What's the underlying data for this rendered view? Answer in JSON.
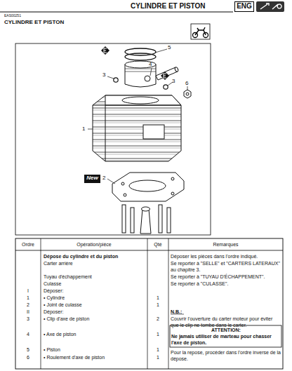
{
  "diagram": {
    "title": "CYLINDRE ET PISTON",
    "nodes": [
      {
        "text": [
          "ENG"
        ]
      },
      {
        "text": [
          "New"
        ]
      }
    ],
    "labels": [
      "CYLINDRE ET PISTON",
      "EAS00251",
      "5",
      "4",
      "3",
      "3",
      "6",
      "1",
      "2",
      "Ordre",
      "Opération/pièce",
      "Qté",
      "Remarques",
      "Dépose du cylindre et du piston",
      "Carter arrière",
      "Tuyau d'échappement",
      "Culasse",
      "I",
      "Déposer:",
      "1",
      "• Cylindre",
      "1",
      "2",
      "• Joint de culasse",
      "1",
      "II",
      "Déposer:",
      "3",
      "• Clip d'axe de piston",
      "2",
      "4",
      "• Axe de piston",
      "1",
      "5",
      "• Piston",
      "1",
      "6",
      "• Roulement d'axe de piston",
      "1",
      "Déposer les pièces dans l'ordre indiqué.",
      "Se reporter à \"SELLE\" et \"CARTERS LATERAUX\" au chapitre 3.",
      "Se reporter à \"TUYAU D'ÉCHAPPEMENT\".",
      "Se reporter à \"CULASSE\".",
      "N.B.:",
      "Couvrir l'ouverture du carter moteur pour éviter que le clip ne tombe dans le carter.",
      "ATTENTION:",
      "Ne jamais utiliser de marteau pour chasser l'axe de piston.",
      "Pour la repose, procéder dans l'ordre inverse de la dépose."
    ]
  }
}
